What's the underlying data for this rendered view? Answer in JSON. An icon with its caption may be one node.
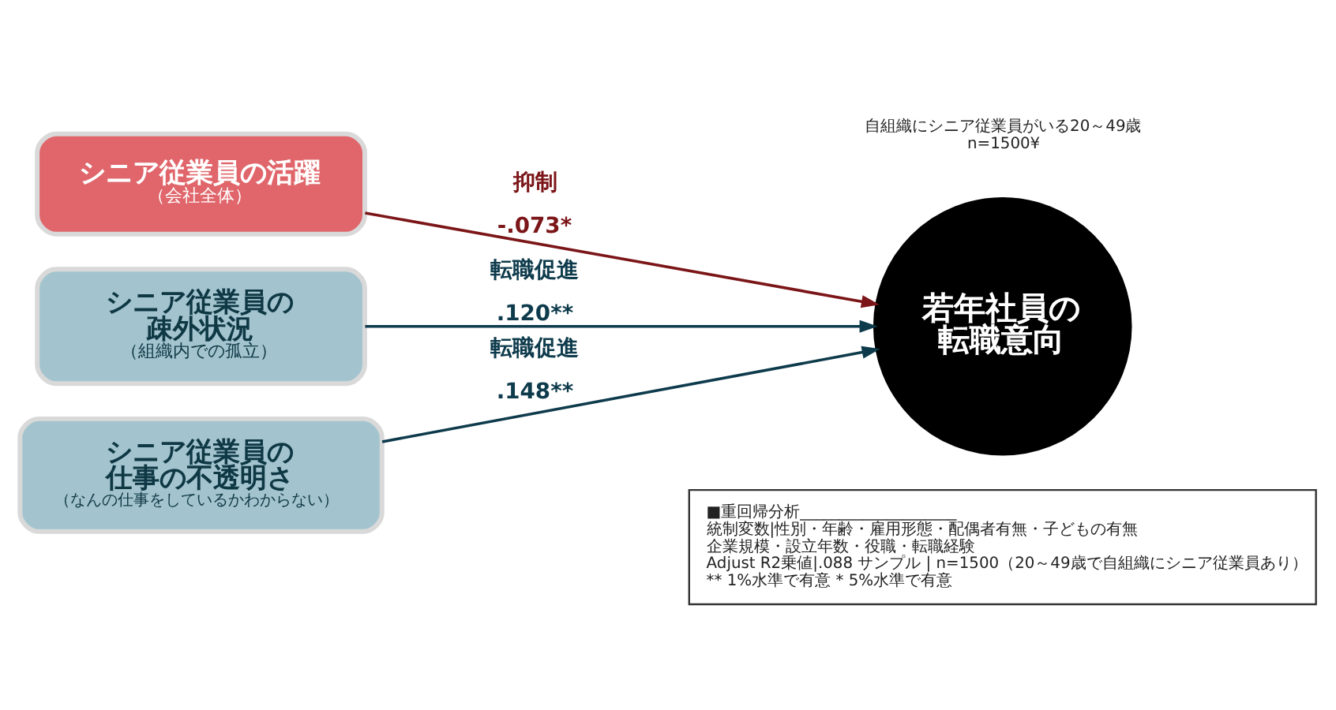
{
  "diagram": {
    "nodes": [
      {
        "text": [
          "シニア従業員の活躍",
          "（会社全体）"
        ]
      },
      {
        "text": [
          "シニア従業員の疎外状況",
          "（組織内での孤立）"
        ]
      },
      {
        "text": [
          "シニア従業員の仕事の不透明さ",
          "（なんの仕事をしているかわからない）"
        ]
      },
      {
        "text": [
          "若年社員の転職意向"
        ]
      },
      {
        "text": [
          "■重回帰分析____________________",
          "統制変数|性別・年齢・雇用形態・配偶者有無・子どもの有無",
          "企業規模・設立年数・役職・転職経験",
          "Adjust R2乗値|.088 サンプル | n=1500（20～49歳で自組織にシニア従業員あり）",
          "** 1%水準で有意 * 5%水準で有意"
        ]
      }
    ],
    "edges": [
      {
        "from": 0,
        "to": 3,
        "arrow": "to",
        "label": "抑制 -.073*",
        "color": "#7b1518"
      },
      {
        "from": 1,
        "to": 3,
        "arrow": "to",
        "label": "転職促進 .120**"
      },
      {
        "from": 2,
        "to": 3,
        "arrow": "to",
        "label": "転職促進 .148**"
      }
    ],
    "labels": [
      "自組織にシニア従業員がいる20～49歳 n=1500¥"
    ]
  }
}
